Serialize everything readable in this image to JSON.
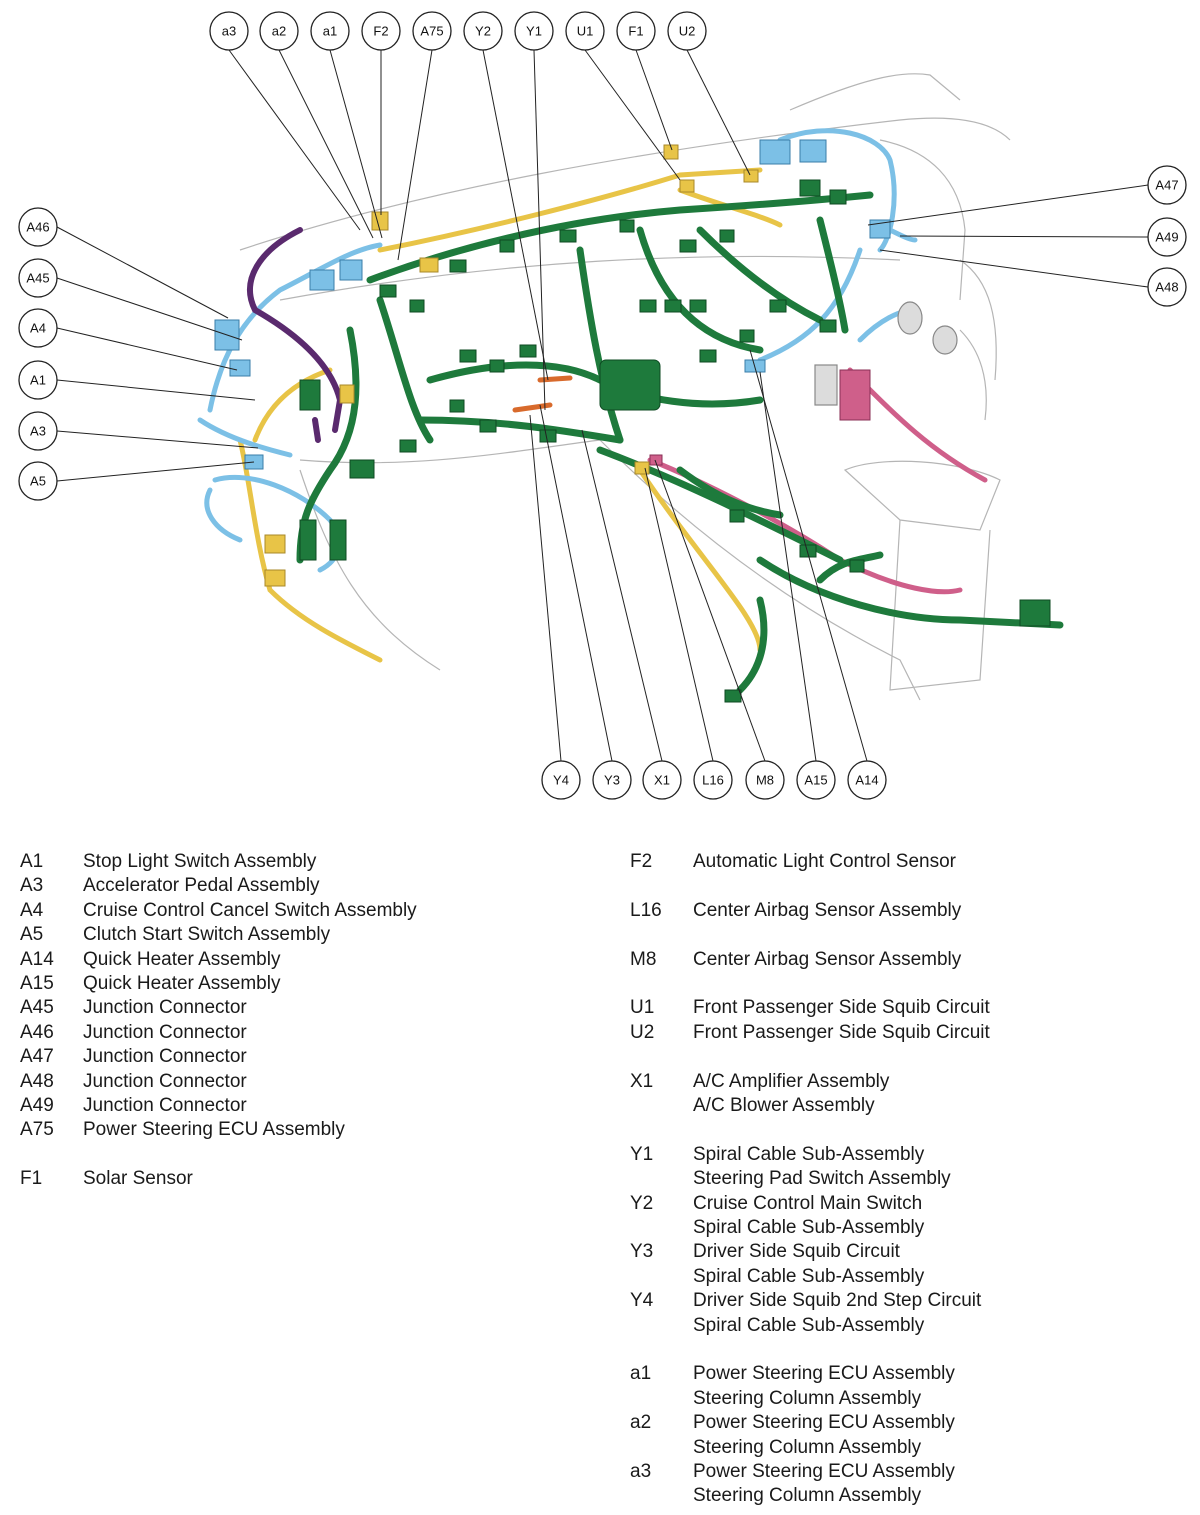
{
  "callouts": {
    "top": [
      "a3",
      "a2",
      "a1",
      "F2",
      "A75",
      "Y2",
      "Y1",
      "U1",
      "F1",
      "U2"
    ],
    "left": [
      "A46",
      "A45",
      "A4",
      "A1",
      "A3",
      "A5"
    ],
    "right": [
      "A47",
      "A49",
      "A48"
    ],
    "bottom": [
      "Y4",
      "Y3",
      "X1",
      "L16",
      "M8",
      "A15",
      "A14"
    ]
  },
  "colors": {
    "harness_green": "#1e7a3c",
    "harness_blue": "#7cc0e6",
    "harness_yellow": "#e8c447",
    "harness_purple": "#5a2a6e",
    "harness_pink": "#cf5f8a",
    "harness_orange": "#d86a2c",
    "outline": "#aaaaaa"
  },
  "legend_left": [
    {
      "code": "A1",
      "desc": [
        "Stop Light Switch Assembly"
      ]
    },
    {
      "code": "A3",
      "desc": [
        "Accelerator Pedal Assembly"
      ]
    },
    {
      "code": "A4",
      "desc": [
        "Cruise Control Cancel Switch Assembly"
      ]
    },
    {
      "code": "A5",
      "desc": [
        "Clutch Start Switch Assembly"
      ]
    },
    {
      "code": "A14",
      "desc": [
        "Quick Heater Assembly"
      ]
    },
    {
      "code": "A15",
      "desc": [
        "Quick Heater Assembly"
      ]
    },
    {
      "code": "A45",
      "desc": [
        "Junction Connector"
      ]
    },
    {
      "code": "A46",
      "desc": [
        "Junction Connector"
      ]
    },
    {
      "code": "A47",
      "desc": [
        "Junction Connector"
      ]
    },
    {
      "code": "A48",
      "desc": [
        "Junction Connector"
      ]
    },
    {
      "code": "A49",
      "desc": [
        "Junction Connector"
      ]
    },
    {
      "code": "A75",
      "desc": [
        "Power Steering ECU Assembly"
      ]
    },
    {
      "gap": true
    },
    {
      "code": "F1",
      "desc": [
        "Solar Sensor"
      ]
    }
  ],
  "legend_right": [
    {
      "code": "F2",
      "desc": [
        "Automatic Light Control Sensor"
      ]
    },
    {
      "gap": true
    },
    {
      "code": "L16",
      "desc": [
        "Center Airbag Sensor Assembly"
      ]
    },
    {
      "gap": true
    },
    {
      "code": "M8",
      "desc": [
        "Center Airbag Sensor Assembly"
      ]
    },
    {
      "gap": true
    },
    {
      "code": "U1",
      "desc": [
        "Front Passenger Side Squib Circuit"
      ]
    },
    {
      "code": "U2",
      "desc": [
        "Front Passenger Side Squib Circuit"
      ]
    },
    {
      "gap": true
    },
    {
      "code": "X1",
      "desc": [
        "A/C Amplifier Assembly",
        "A/C Blower Assembly"
      ]
    },
    {
      "gap": true
    },
    {
      "code": "Y1",
      "desc": [
        "Spiral Cable Sub-Assembly",
        "Steering Pad Switch Assembly"
      ]
    },
    {
      "code": "Y2",
      "desc": [
        "Cruise Control Main Switch",
        "Spiral Cable Sub-Assembly"
      ]
    },
    {
      "code": "Y3",
      "desc": [
        "Driver Side Squib Circuit",
        "Spiral Cable Sub-Assembly"
      ]
    },
    {
      "code": "Y4",
      "desc": [
        "Driver Side Squib 2nd Step Circuit",
        "Spiral Cable Sub-Assembly"
      ]
    },
    {
      "gap": true
    },
    {
      "code": "a1",
      "desc": [
        "Power Steering ECU Assembly",
        "Steering Column Assembly"
      ]
    },
    {
      "code": "a2",
      "desc": [
        "Power Steering ECU Assembly",
        "Steering Column Assembly"
      ]
    },
    {
      "code": "a3",
      "desc": [
        "Power Steering ECU Assembly",
        "Steering Column Assembly"
      ]
    }
  ]
}
